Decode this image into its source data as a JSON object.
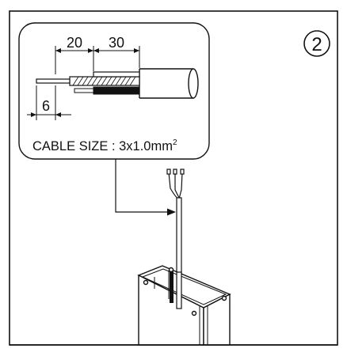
{
  "step_number": "2",
  "dimensions": {
    "strip_outer": "20",
    "strip_inner": "30",
    "conductor_strip": "6"
  },
  "cable_size_label": "CABLE SIZE : 3x1.0mm",
  "cable_size_superscript": "2",
  "colors": {
    "line": "#111111",
    "background": "#ffffff"
  }
}
